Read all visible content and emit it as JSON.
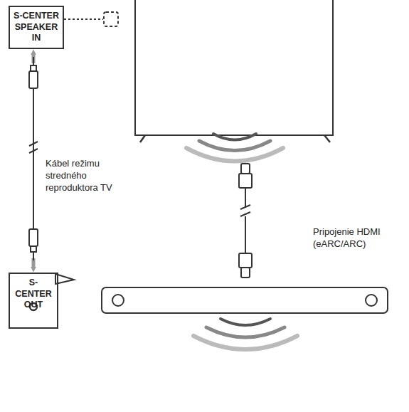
{
  "diagram": {
    "nodes": [
      {
        "text": [
          "S-CENTER SPEAKER IN"
        ]
      },
      {
        "text": [
          "S-CENTER OUT"
        ]
      }
    ],
    "edges": [
      {
        "from": 1,
        "to": 0,
        "arrow": "both",
        "label": "Kábel režimu stredného reproduktora TV"
      }
    ],
    "labels": [
      "Pripojenie HDMI (eARC/ARC)"
    ]
  }
}
